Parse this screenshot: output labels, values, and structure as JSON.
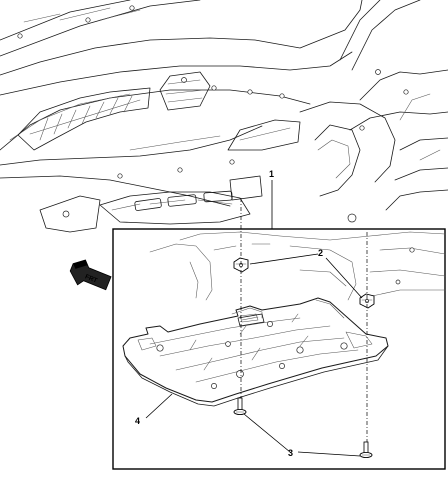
{
  "diagram": {
    "callouts": {
      "c1": "1",
      "c2": "2",
      "c3": "3",
      "c4": "4"
    },
    "direction_marker": "FRT"
  }
}
